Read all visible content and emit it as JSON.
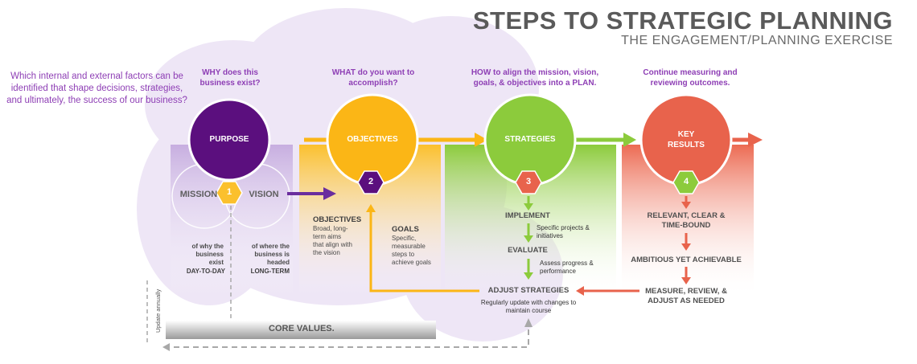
{
  "header": {
    "title": "STEPS TO STRATEGIC PLANNING",
    "subtitle": "THE ENGAGEMENT/PLANNING EXERCISE"
  },
  "intro_question": "Which internal and external factors can be identified that shape decisions, strategies, and ultimately, the success of our business?",
  "steps": [
    {
      "question": "WHY does this business exist?",
      "circle": "PURPOSE",
      "number": "1",
      "color": "#5b0f7e"
    },
    {
      "question": "WHAT do you want to accomplish?",
      "circle": "OBJECTIVES",
      "number": "2",
      "color": "#fbb616"
    },
    {
      "question": "HOW to align the mission, vision, goals, & objectives into a PLAN.",
      "circle": "STRATEGIES",
      "number": "3",
      "color": "#8ccb3c"
    },
    {
      "question": "Continue measuring and reviewing outcomes.",
      "circle": "KEY RESULTS",
      "number": "4",
      "color": "#e8634c"
    }
  ],
  "purpose": {
    "mission": "MISSION",
    "vision": "VISION",
    "mission_desc": "of why the business exist",
    "mission_term": "DAY-TO-DAY",
    "vision_desc": "of where the business is headed",
    "vision_term": "LONG-TERM"
  },
  "objectives": {
    "objectives_head": "OBJECTIVES",
    "objectives_desc": "Broad, long-term aims that align with the vision",
    "goals_head": "GOALS",
    "goals_desc": "Specific, measurable steps to achieve goals"
  },
  "strategies": {
    "implement": "IMPLEMENT",
    "implement_note": "Specific projects & initiatives",
    "evaluate": "EVALUATE",
    "evaluate_note": "Assess progress & performance",
    "adjust": "ADJUST STRATEGIES",
    "adjust_note": "Regularly update with changes to maintain course"
  },
  "key_results": {
    "relevant": "RELEVANT, CLEAR & TIME-BOUND",
    "ambitious": "AMBITIOUS YET ACHIEVABLE",
    "measure": "MEASURE, REVIEW, & ADJUST AS NEEDED"
  },
  "core_values": "CORE VALUES.",
  "update_annually": "Update annually"
}
